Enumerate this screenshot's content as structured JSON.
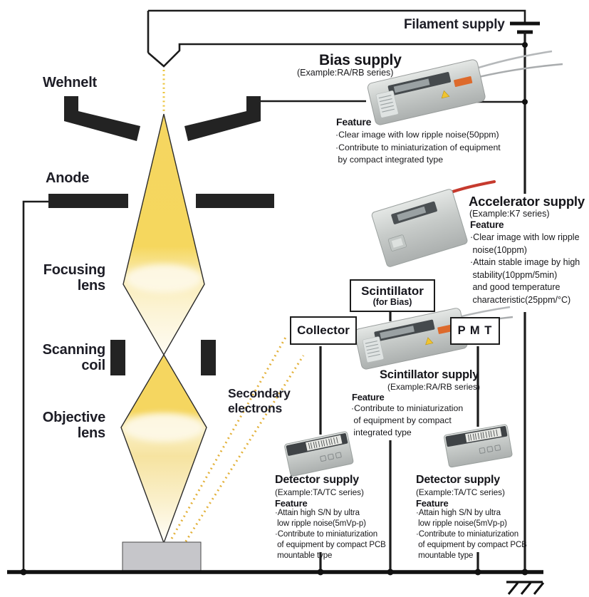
{
  "diagram": {
    "labels": {
      "wehnelt": "Wehnelt",
      "anode": "Anode",
      "focusing_lens": "Focusing\nlens",
      "scanning_coil": "Scanning\ncoil",
      "objective_lens": "Objective\nlens",
      "secondary_electrons": "Secondary\nelectrons"
    },
    "filament_supply": {
      "label": "Filament supply"
    },
    "bias_supply": {
      "title": "Bias supply",
      "example": "(Example:RA/RB series)",
      "feature_label": "Feature",
      "features": "·Clear image with low ripple noise(50ppm)\n·Contribute to miniaturization of equipment\n by compact integrated type"
    },
    "accelerator_supply": {
      "title": "Accelerator supply",
      "example": "(Example:K7 series)",
      "feature_label": "Feature",
      "features": "·Clear image with low ripple\n noise(10ppm)\n·Attain stable image by high\n stability(10ppm/5min)\n and good temperature\n characteristic(25ppm/°C)"
    },
    "scintillator_box": {
      "title": "Scintillator",
      "subtitle": "(for Bias)"
    },
    "collector_box": {
      "label": "Collector"
    },
    "pmt_box": {
      "label": "P M T"
    },
    "scintillator_supply": {
      "title": "Scintillator supply",
      "example": "(Example:RA/RB series)",
      "feature_label": "Feature",
      "features": "·Contribute to miniaturization\n of equipment by compact\n integrated type"
    },
    "detector_supply_left": {
      "title": "Detector supply",
      "example": "(Example:TA/TC series)",
      "feature_label": "Feature",
      "features": "·Attain high S/N by ultra\n low ripple noise(5mVp-p)\n·Contribute to miniaturization\n of equipment by compact PCB\n mountable type"
    },
    "detector_supply_right": {
      "title": "Detector supply",
      "example": "(Example:TA/TC series)",
      "feature_label": "Feature",
      "features": "·Attain high S/N by ultra\n low ripple noise(5mVp-p)\n·Contribute to miniaturization\n of equipment by compact PCB\n mountable type"
    },
    "colors": {
      "beam_gold": "#F5D660",
      "beam_pale": "#FDF8E6",
      "dotted_electrons": "#E3B23C",
      "electrode_black": "#232323",
      "specimen_gray": "#C6C6CA",
      "wire_black": "#1C1C1C",
      "red_wire": "#C63A2E"
    }
  }
}
